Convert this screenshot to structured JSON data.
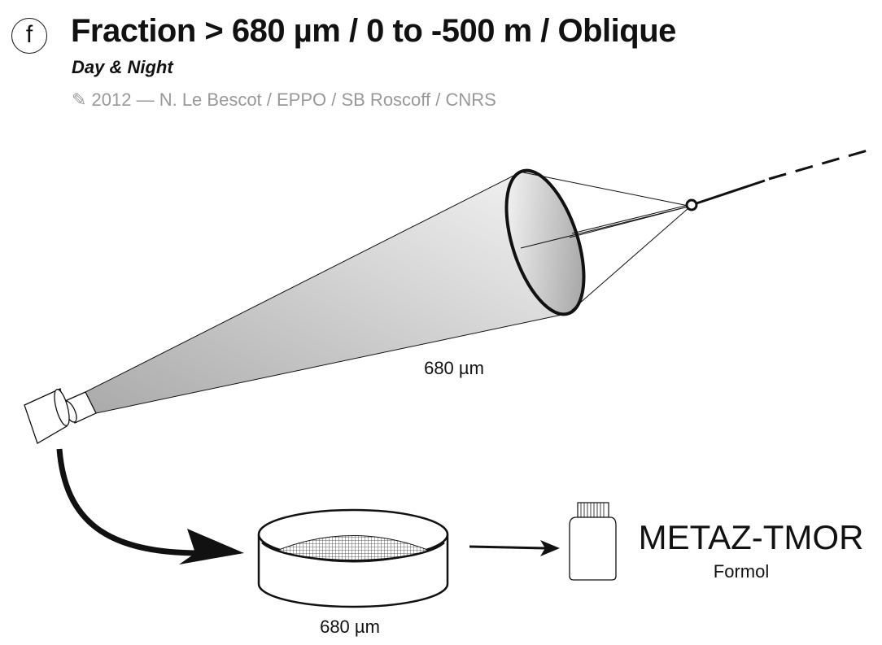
{
  "header": {
    "badge": "f",
    "title": "Fraction > 680 µm / 0 to -500 m / Oblique",
    "subtitle": "Day & Night",
    "credit_icon": "pencil-icon",
    "credit": "✎ 2012 — N. Le Bescot / EPPO / SB Roscoff / CNRS"
  },
  "diagram": {
    "net_mesh_label": "680 µm",
    "sieve_mesh_label": "680 µm",
    "sample_code": "METAZ-TMOR",
    "fixative": "Formol"
  }
}
